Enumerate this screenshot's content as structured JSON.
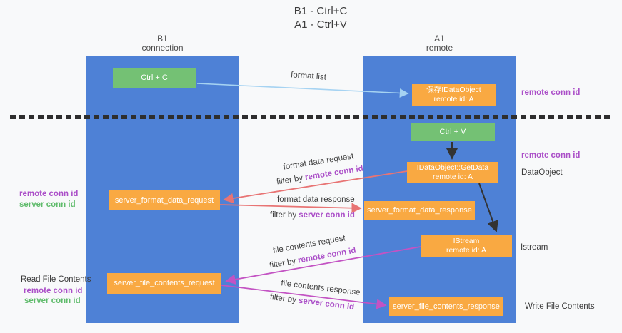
{
  "title": {
    "line1": "B1 - Ctrl+C",
    "line2": "A1 - Ctrl+V"
  },
  "left_column": {
    "header1": "B1",
    "header2": "connection"
  },
  "right_column": {
    "header1": "A1",
    "header2": "remote"
  },
  "boxes": {
    "ctrl_c": {
      "label": "Ctrl + C"
    },
    "save_dataobject": {
      "line1": "保存IDataObject",
      "line2": "remote id: A"
    },
    "ctrl_v": {
      "label": "Ctrl + V"
    },
    "getdata": {
      "line1": "IDataObject::GetData",
      "line2": "remote id: A"
    },
    "format_request": {
      "label": "server_format_data_request"
    },
    "format_response": {
      "label": "server_format_data_response"
    },
    "istream": {
      "line1": "IStream",
      "line2": "remote id: A"
    },
    "file_request": {
      "label": "server_file_contents_request"
    },
    "file_response": {
      "label": "server_file_contents_response"
    }
  },
  "flow_labels": {
    "format_list": "format list",
    "format_request": {
      "title": "format data request",
      "filter_prefix": "filter by ",
      "filter_key": "remote conn id"
    },
    "format_response": {
      "title": "format data response",
      "filter_prefix": "filter by ",
      "filter_key": "server conn id"
    },
    "file_request": {
      "title": "file contents request",
      "filter_prefix": "filter by ",
      "filter_key": "remote conn id"
    },
    "file_response": {
      "title": "file contents response",
      "filter_prefix": "filter by ",
      "filter_key": "server conn id"
    }
  },
  "side_labels": {
    "right_top_remote": "remote conn id",
    "right_mid_remote": "remote conn id",
    "dataobject": "DataObject",
    "istream": "Istream",
    "write_file": "Write File Contents",
    "left_remote": "remote conn id",
    "left_server": "server conn id",
    "read_file": "Read File Contents",
    "left_bottom_remote": "remote conn id",
    "left_bottom_server": "server conn id"
  },
  "colors": {
    "column_blue": "#4e81d6",
    "box_green": "#74c174",
    "box_orange": "#f9a942",
    "label_purple": "#ab4fc8",
    "label_green": "#5fbb6b",
    "arrow_lightblue": "#a6d3f2",
    "arrow_red": "#e87474",
    "arrow_magenta": "#c353c3",
    "arrow_black": "#333333"
  }
}
